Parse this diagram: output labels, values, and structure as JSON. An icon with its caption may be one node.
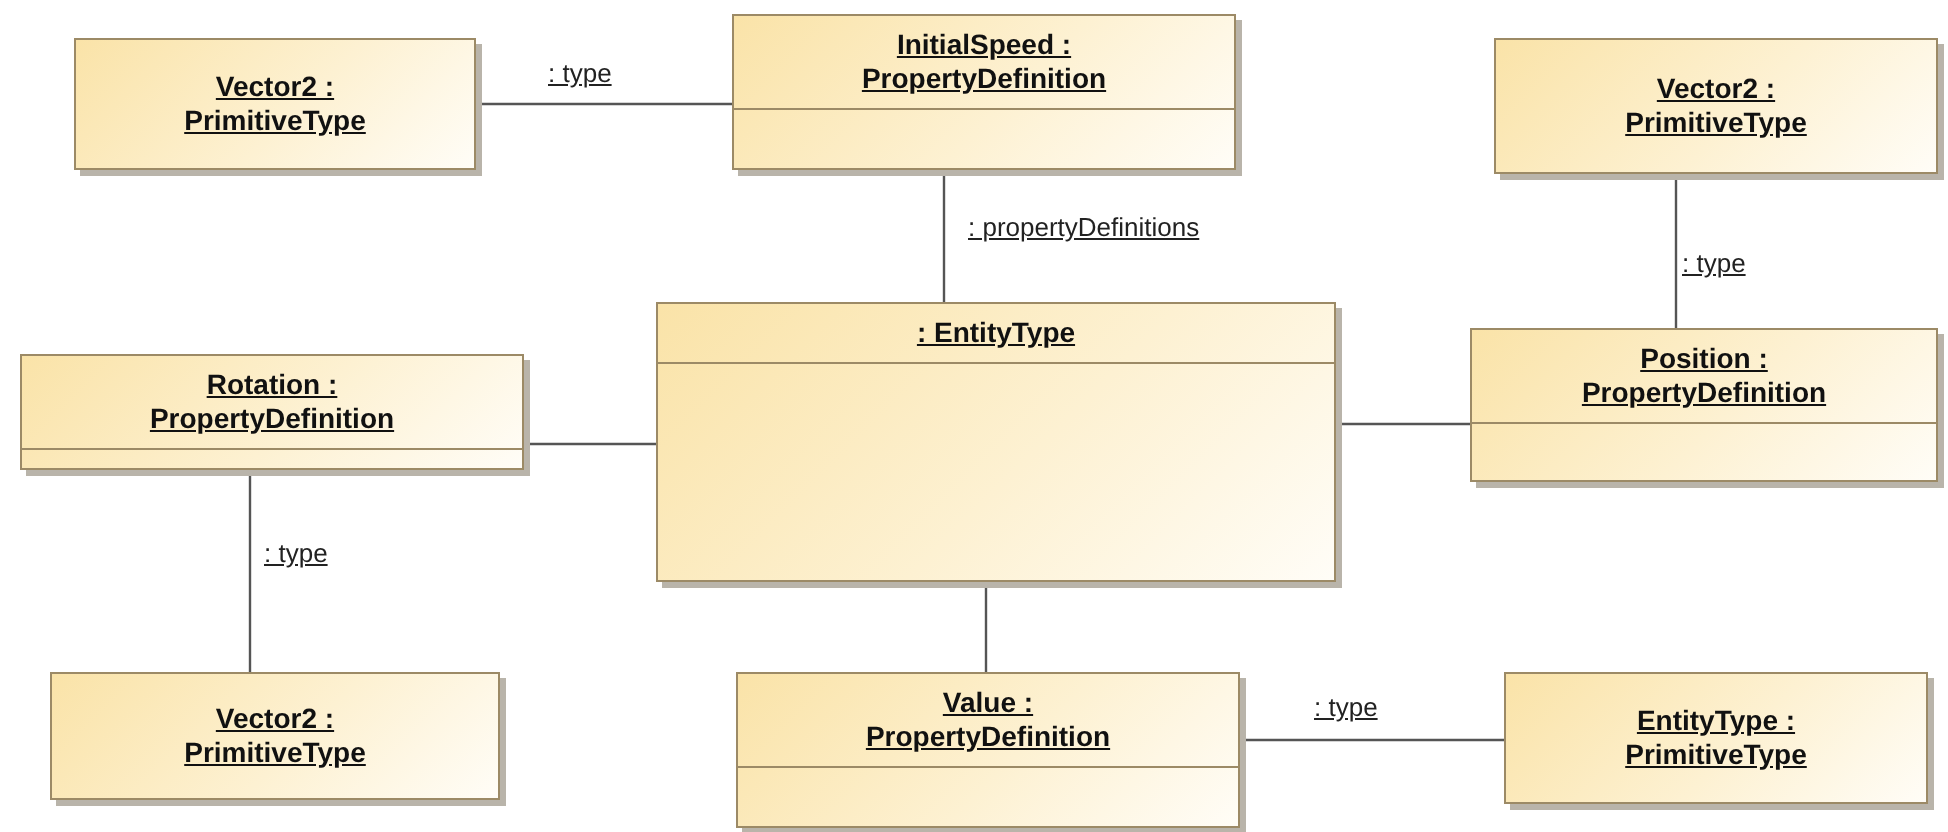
{
  "diagram": {
    "nodes": [
      {
        "text": [
          "Vector2 : PrimitiveType"
        ]
      },
      {
        "text": [
          "InitialSpeed : PropertyDefinition"
        ]
      },
      {
        "text": [
          "Vector2 : PrimitiveType"
        ]
      },
      {
        "text": [
          "Rotation : PropertyDefinition"
        ]
      },
      {
        "text": [
          ": EntityType"
        ]
      },
      {
        "text": [
          "Position : PropertyDefinition"
        ]
      },
      {
        "text": [
          "Vector2 : PrimitiveType"
        ]
      },
      {
        "text": [
          "Value : PropertyDefinition"
        ]
      },
      {
        "text": [
          "EntityType : PrimitiveType"
        ]
      }
    ],
    "edges": [
      {
        "from": 0,
        "to": 1,
        "arrow": "none",
        "label": ": type"
      },
      {
        "from": 1,
        "to": 4,
        "arrow": "none",
        "label": ": propertyDefinitions"
      },
      {
        "from": 2,
        "to": 5,
        "arrow": "none",
        "label": ": type"
      },
      {
        "from": 3,
        "to": 4,
        "arrow": "none"
      },
      {
        "from": 4,
        "to": 5,
        "arrow": "none"
      },
      {
        "from": 3,
        "to": 6,
        "arrow": "none",
        "label": ": type"
      },
      {
        "from": 4,
        "to": 7,
        "arrow": "none"
      },
      {
        "from": 7,
        "to": 8,
        "arrow": "none",
        "label": ": type"
      }
    ]
  }
}
